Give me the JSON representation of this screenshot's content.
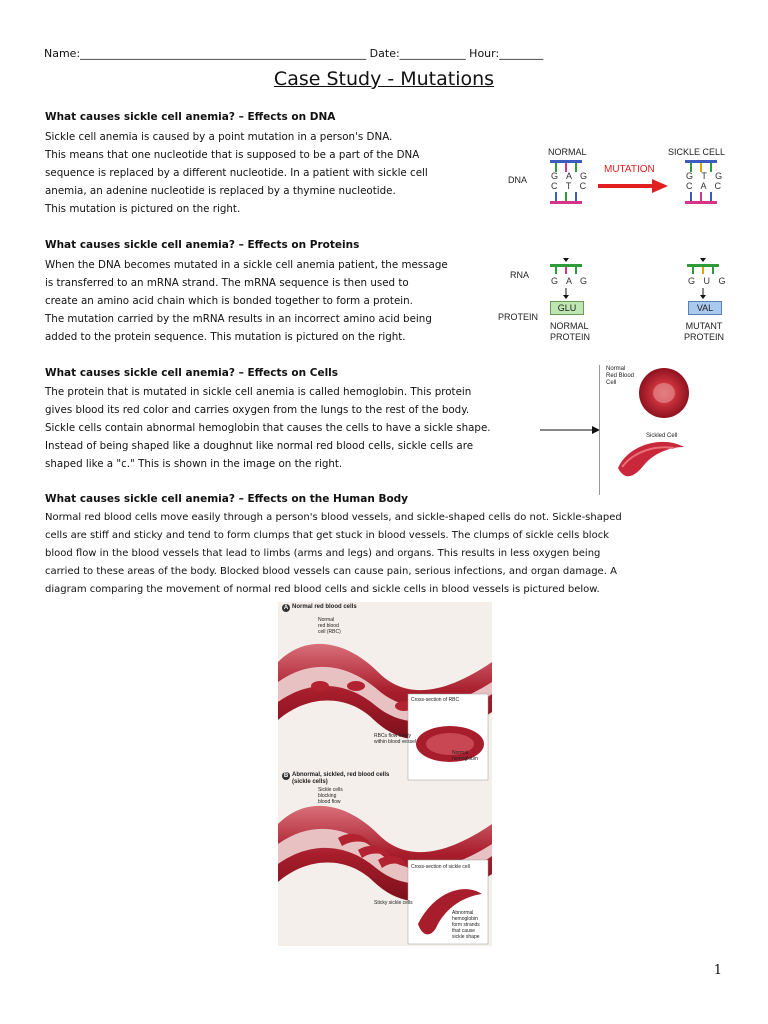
{
  "header": {
    "name_label": "Name:",
    "name_blank": "____________________________________________________",
    "date_label": "Date:",
    "date_blank": "____________",
    "hour_label": "Hour:",
    "hour_blank": "________"
  },
  "title": "Case Study - Mutations",
  "sections": {
    "dna": {
      "heading": "What causes sickle cell anemia? – Effects on DNA",
      "lines": [
        "Sickle cell anemia is caused by a point mutation in a person's DNA.",
        "This means that one nucleotide that is supposed to be a part of the DNA",
        "sequence is replaced by a different nucleotide.  In a patient with sickle cell",
        "anemia, an adenine nucleotide is replaced by a thymine nucleotide.",
        "This mutation is pictured on the right."
      ]
    },
    "proteins": {
      "heading": "What causes sickle cell anemia? – Effects on Proteins",
      "lines": [
        "When the DNA becomes mutated in a sickle cell anemia patient, the message",
        "is transferred to an mRNA strand.  The mRNA sequence is then used to",
        "create an amino acid chain which is bonded together to form a protein.",
        "The mutation carried by the mRNA results in an incorrect amino acid being",
        "added to the protein sequence.  This mutation is pictured on the right."
      ]
    },
    "cells": {
      "heading": "What causes sickle cell anemia? – Effects on Cells",
      "lines": [
        "The protein that is mutated in sickle cell anemia is called hemoglobin.  This protein",
        "gives blood its red color and carries oxygen from the lungs to the rest of the body.",
        "Sickle cells contain abnormal hemoglobin that causes the cells to have a sickle shape.",
        "Instead of being shaped like a doughnut like normal red blood cells, sickle cells are",
        "shaped like a \"c.\"  This is shown in the image on the right."
      ]
    },
    "body": {
      "heading": "What causes sickle cell anemia? – Effects on the Human Body",
      "lines": [
        "Normal red blood cells move easily through a person's blood vessels, and sickle-shaped cells do not.  Sickle-shaped",
        "cells are stiff and sticky and tend to form clumps that get stuck in blood vessels.  The clumps of sickle cells block",
        "blood flow in the blood vessels that lead to limbs (arms and legs) and organs.  This results in less oxygen being",
        "carried to these areas of the body.  Blocked blood vessels can cause pain, serious infections, and organ damage.  A",
        "diagram comparing the movement of normal red blood cells and sickle cells in blood vessels is pictured below."
      ]
    }
  },
  "dna_figure": {
    "normal_label": "NORMAL",
    "sickle_label": "SICKLE CELL",
    "dna_label": "DNA",
    "mutation_label": "MUTATION",
    "normal_top": "G A G",
    "normal_bottom": "C T C",
    "sickle_top": "G T G",
    "sickle_bottom": "C A C"
  },
  "protein_figure": {
    "rna_label": "RNA",
    "protein_label": "PROTEIN",
    "normal_rna": "G A G",
    "mutant_rna": "G U G",
    "normal_aa": "GLU",
    "mutant_aa": "VAL",
    "normal_caption_1": "NORMAL",
    "normal_caption_2": "PROTEIN",
    "mutant_caption_1": "MUTANT",
    "mutant_caption_2": "PROTEIN"
  },
  "cells_figure": {
    "normal_label_1": "Normal",
    "normal_label_2": "Red Blood",
    "normal_label_3": "Cell",
    "sickle_label": "Sickled Cell"
  },
  "vessel_figure": {
    "panel_a_title": "Normal red blood cells",
    "panel_a_letter": "A",
    "panel_a_callout_1": "Normal",
    "panel_a_callout_2": "red blood",
    "panel_a_callout_3": "cell (RBC)",
    "panel_a_cross_title": "Cross-section of RBC",
    "panel_a_flow_1": "RBCs flow freely",
    "panel_a_flow_2": "within blood vessel",
    "panel_a_hemo_1": "Normal",
    "panel_a_hemo_2": "hemoglobin",
    "panel_b_letter": "B",
    "panel_b_title_1": "Abnormal, sickled, red blood cells",
    "panel_b_title_2": "(sickle cells)",
    "panel_b_callout_1": "Sickle cells",
    "panel_b_callout_2": "blocking",
    "panel_b_callout_3": "blood flow",
    "panel_b_cross_title": "Cross-section of sickle cell",
    "panel_b_sticky": "Sticky sickle cells",
    "panel_b_abn_1": "Abnormal",
    "panel_b_abn_2": "hemoglobin",
    "panel_b_abn_3": "form strands",
    "panel_b_abn_4": "that cause",
    "panel_b_abn_5": "sickle shape"
  },
  "page_number": "1",
  "colors": {
    "blood_red": "#b5202a",
    "mutation_red": "#e02020",
    "gold": "#d9a300",
    "strand_blue": "#3b5bbf",
    "strand_green": "#2e9a3a",
    "strand_pink": "#d6338a",
    "box_green": "#bfe6b0"
  }
}
